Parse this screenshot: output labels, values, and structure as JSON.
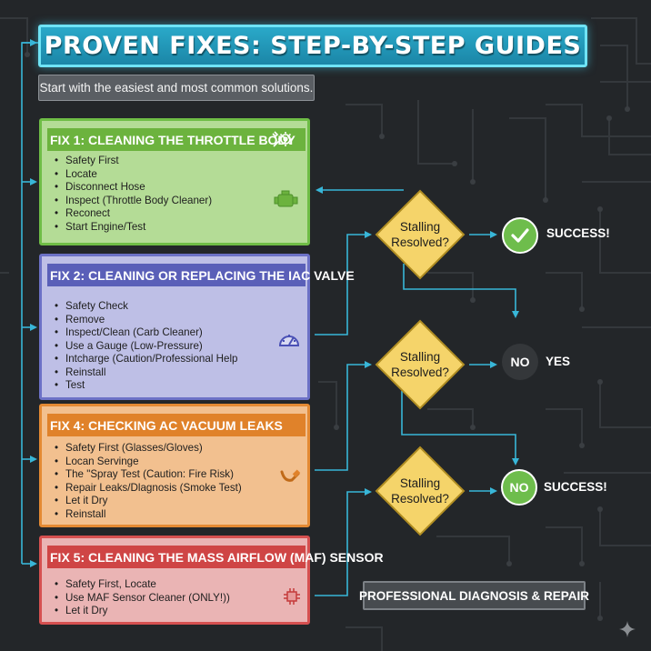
{
  "header": {
    "title": "PROVEN FIXES: STEP-BY-STEP GUIDES",
    "subtitle": "Start with the easiest and most common solutions."
  },
  "fixes": [
    {
      "title": "FIX 1: CLEANING THE THROTTLE BODY",
      "color": "#6cb33e",
      "icons": [
        "wrench-gear-icon",
        "engine-icon"
      ],
      "steps": [
        "Safety First",
        "Locate",
        "Disconnect Hose",
        "Inspect (Throttle Body Cleaner)",
        "Reconect",
        "Start Engine/Test"
      ]
    },
    {
      "title": "FIX 2: CLEANING OR REPLACING THE IAC VALVE",
      "color": "#5a5fb8",
      "icons": [
        "gauge-icon"
      ],
      "steps": [
        "Safety Check",
        "Remove",
        "Inspect/Clean (Carb Cleaner)",
        "Use a Gauge (Low-Pressure)",
        "Intcharge (Caution/Professional Help",
        "Reinstall",
        "Test"
      ]
    },
    {
      "title": "FIX 4: CHECKING AC VACUUM LEAKS",
      "color": "#e0822a",
      "icons": [
        "vacuum-hose-icon"
      ],
      "steps": [
        "Safety First (Glasses/Gloves)",
        "Locan Servinge",
        "The \"Spray Test (Caution: Fire Risk)",
        "Repair Leaks/Dlagnosis (Smoke Test)",
        "Let  it Dry",
        "Reinstall"
      ]
    },
    {
      "title": "FIX 5: CLEANING THE MASS AIRFLOW (MAF) SENSOR",
      "color": "#cf4545",
      "icons": [
        "sensor-chip-icon"
      ],
      "steps": [
        "Safety First, Locate",
        "Use MAF Sensor Cleaner (ONLY!))",
        "Let it Dry"
      ]
    }
  ],
  "decisions": [
    {
      "line1": "Stalling",
      "line2": "Resolved?"
    },
    {
      "line1": "Stalling",
      "line2": "Resolved?"
    },
    {
      "line1": "Stalling",
      "line2": "Resolved?"
    }
  ],
  "outcomes": {
    "row1": {
      "icon": "check-icon",
      "label": "SUCCESS!"
    },
    "row2": {
      "circle": "NO",
      "label": "YES"
    },
    "row3": {
      "circle": "NO",
      "label": "SUCCESS!"
    }
  },
  "final_box": "PROFESSIONAL DIAGNOSIS & REPAIR",
  "colors": {
    "background": "#232629",
    "accent_cyan": "#2aa9c9",
    "connector": "#38b6d8",
    "decision_fill": "#f5d46a",
    "success_green": "#6ebd4c"
  }
}
